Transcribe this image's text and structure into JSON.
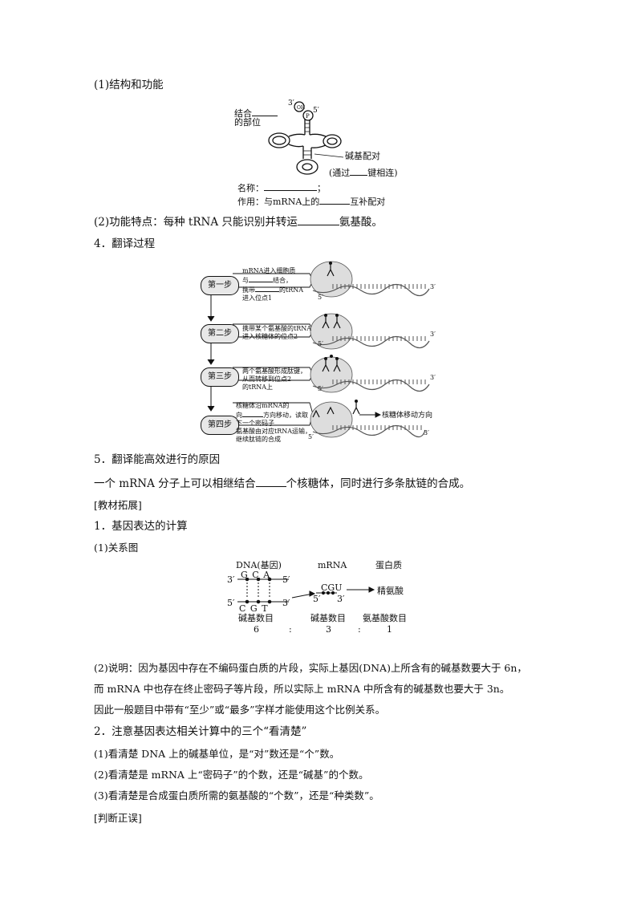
{
  "s1": {
    "heading": "(1)结构和功能",
    "trna_fig": {
      "three_prime": "3′",
      "five_prime": "5′",
      "oh": "OH",
      "p": "P",
      "bind_site_1": "结合",
      "bind_site_2": "的部位",
      "pairing_1": "碱基配对",
      "pairing_2a": "(通过",
      "pairing_2b": "键相连)",
      "name_label": "名称：",
      "name_tail": "；",
      "func_label": "作用：与mRNA上的",
      "func_tail": "互补配对"
    },
    "feature_a": "(2)功能特点：每种 tRNA 只能识别并转运",
    "feature_b": "氨基酸。"
  },
  "s4": {
    "heading": "4．翻译过程",
    "steps": [
      {
        "label": "第一步",
        "l1a": "mRNA进入细胞质",
        "l2a": "与",
        "l2b": "结合，",
        "l3a": "携带",
        "l3b": "的tRNA",
        "l4": "进入位点1"
      },
      {
        "label": "第二步",
        "l1": "携带某个氨基酸的tRNA",
        "l2": "进入核糖体的位点2"
      },
      {
        "label": "第三步",
        "l1": "两个氨基酸形成肽键，",
        "l2": "从而转移到位点2",
        "l3": "的tRNA上"
      },
      {
        "label": "第四步",
        "l1": "核糖体沿mRNA的",
        "l2a": "向",
        "l2b": "方向移动，读取",
        "l3": "下一个密码子",
        "l4": "氨基酸由对应tRNA运输，",
        "l5": "继续肽链的合成"
      }
    ],
    "three_prime": "3′",
    "five_prime": "5′",
    "move_label": "核糖体移动方向"
  },
  "s5": {
    "heading": "5．翻译能高效进行的原因",
    "text_a": "一个 mRNA 分子上可以相继结合",
    "text_b": "个核糖体，同时进行多条肽链的合成。"
  },
  "ext": {
    "heading": "[教材拓展]",
    "item1": "1．基因表达的计算",
    "sub1": "(1)关系图",
    "fig": {
      "dna": "DNA(基因)",
      "mrna": "mRNA",
      "protein": "蛋白质",
      "top_strand": "G C A",
      "bot_strand": "C G T",
      "codon": "CGU",
      "amino": "精氨酸",
      "p3": "3′",
      "p5": "5′",
      "count1": "碱基数目",
      "count2": "碱基数目",
      "count3": "氨基酸数目",
      "n1": "6",
      "n2": "3",
      "n3": "1",
      "colon": ":"
    },
    "note1": "(2)说明：因为基因中存在不编码蛋白质的片段，实际上基因(DNA)上所含有的碱基数要大于 6n，",
    "note2": "而 mRNA 中也存在终止密码子等片段，所以实际上 mRNA 中所含有的碱基数也要大于 3n。",
    "note3": "因此一般题目中带有“至少”或“最多”字样才能使用这个比例关系。",
    "item2": "2．注意基因表达相关计算中的三个“看清楚”",
    "c1": "(1)看清楚 DNA 上的碱基单位，是“对”数还是“个”数。",
    "c2": "(2)看清楚是 mRNA 上“密码子”的个数，还是“碱基”的个数。",
    "c3": "(3)看清楚是合成蛋白质所需的氨基酸的“个数”，还是“种类数”。"
  },
  "judge": "[判断正误]"
}
